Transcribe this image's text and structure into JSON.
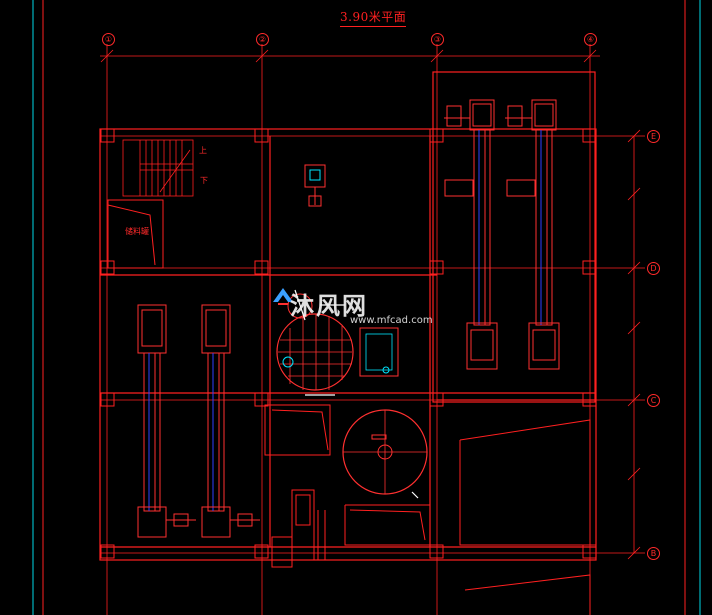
{
  "drawing": {
    "title": "3.90米平面",
    "axis_labels_top": [
      "①",
      "②",
      "③",
      "④"
    ],
    "axis_labels_right": [
      "E",
      "D",
      "C",
      "B"
    ],
    "stair_up": "上",
    "stair_down": "下",
    "room_label": "储料罐"
  },
  "watermark": {
    "brand": "沐风网",
    "url": "www.mfcad.com"
  },
  "colors": {
    "background": "#000000",
    "lines": "#ff2020",
    "equipment": "#ff3030",
    "cyan": "#00e5ff",
    "white": "#ffffff",
    "blue": "#3040ff"
  }
}
